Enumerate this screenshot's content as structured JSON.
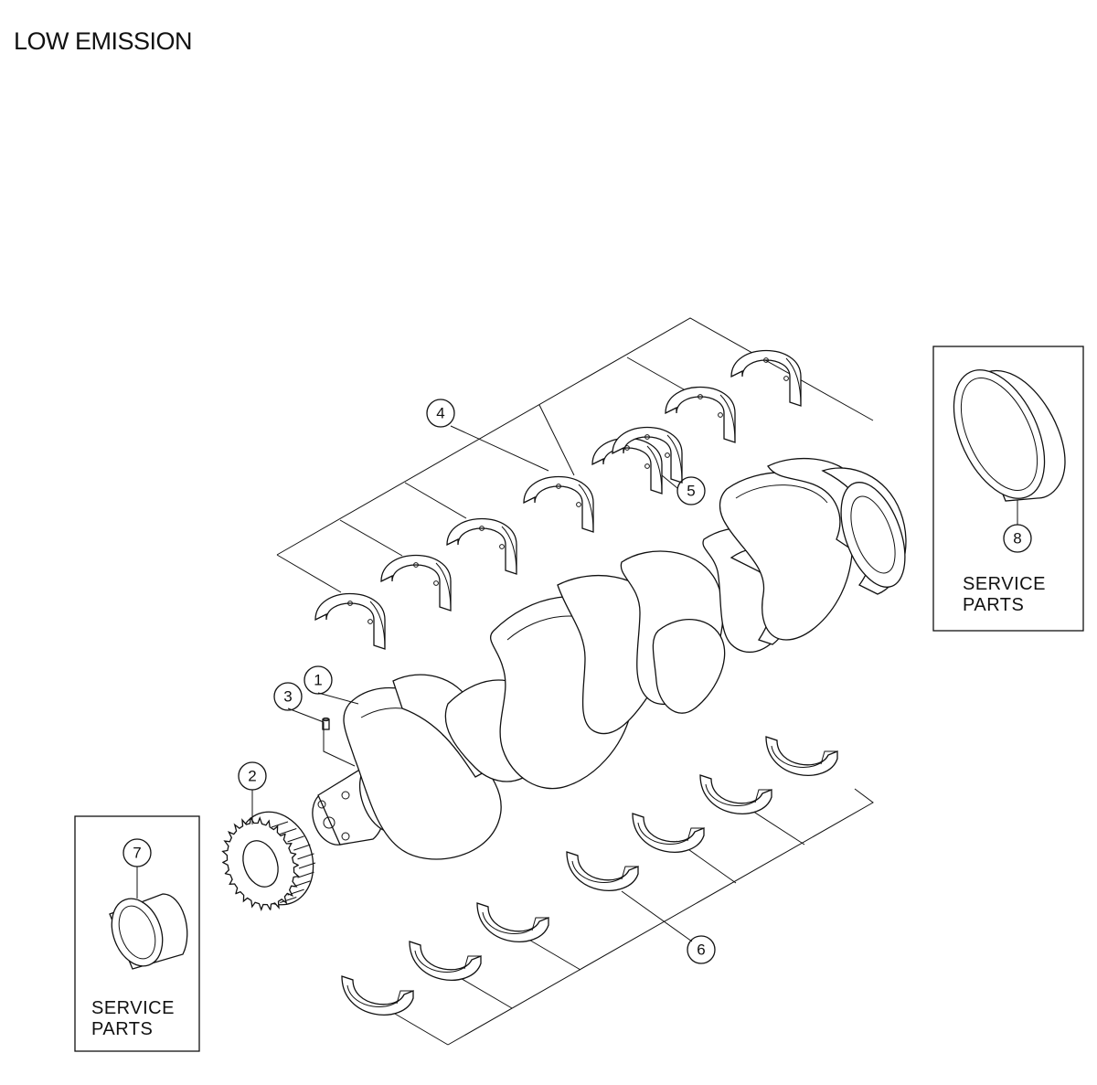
{
  "title": "LOW EMISSION",
  "callouts": [
    "1",
    "2",
    "3",
    "4",
    "5",
    "6",
    "7",
    "8"
  ],
  "service_box_left": {
    "line1": "SERVICE",
    "line2": "PARTS"
  },
  "service_box_right": {
    "line1": "SERVICE",
    "line2": "PARTS"
  }
}
